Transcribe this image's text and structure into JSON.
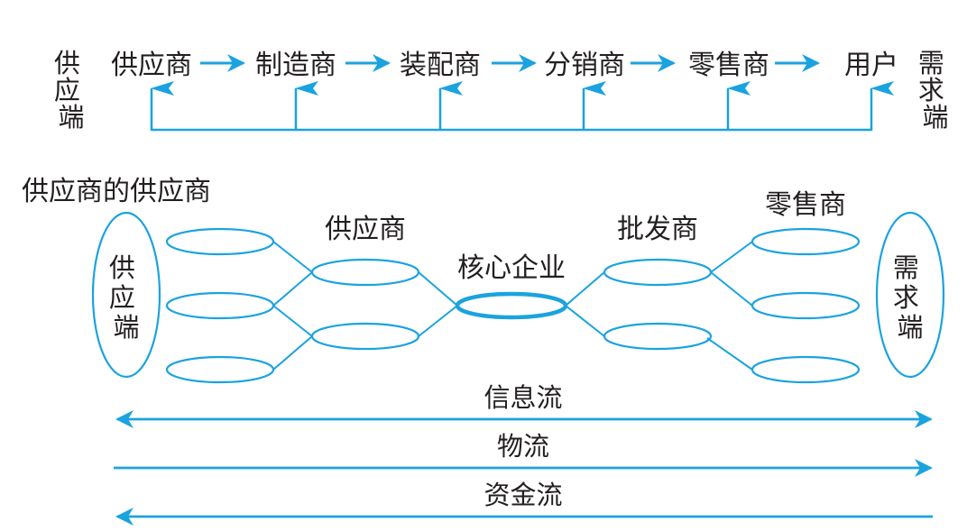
{
  "colors": {
    "line": "#1aa3de",
    "text": "#231f20",
    "background": "#ffffff"
  },
  "top_chain": {
    "left_label": "供应端",
    "right_label": "需求端",
    "nodes": [
      "供应商",
      "制造商",
      "装配商",
      "分销商",
      "零售商",
      "用户"
    ]
  },
  "network": {
    "title_left": "供应商的供应商",
    "left_end_label": "供应端",
    "right_end_label": "需求端",
    "column_labels": {
      "suppliers": "供应商",
      "core": "核心企业",
      "wholesalers": "批发商",
      "retailers": "零售商"
    }
  },
  "flows": [
    {
      "label": "信息流",
      "direction": "both"
    },
    {
      "label": "物流",
      "direction": "right"
    },
    {
      "label": "资金流",
      "direction": "left"
    }
  ]
}
